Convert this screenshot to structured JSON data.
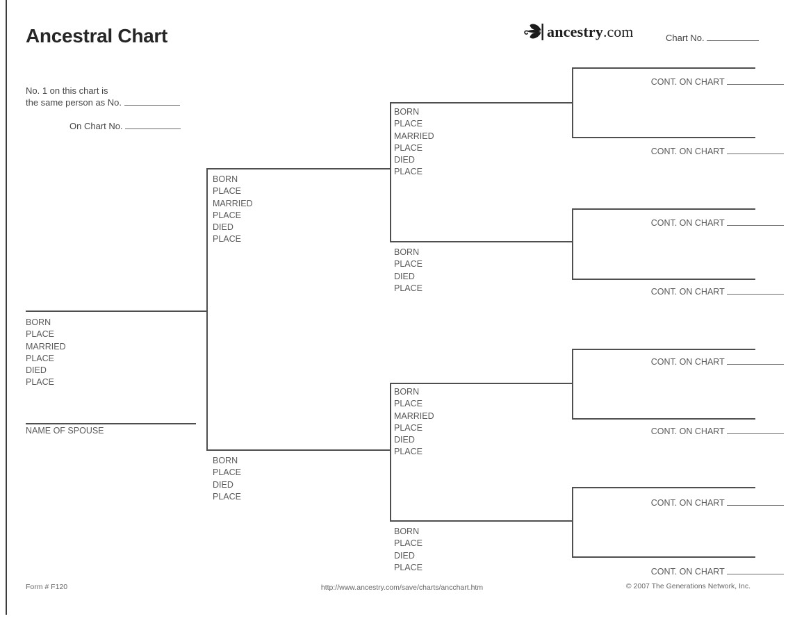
{
  "page": {
    "title": "Ancestral Chart",
    "chart_no_label": "Chart No.",
    "reference_note": {
      "line1": "No. 1 on this chart is",
      "line2": "the same person as No.",
      "line3": "On Chart No."
    }
  },
  "logo": {
    "icon": "ancestry-leaf-icon",
    "brand": "ancestry",
    "tld": ".com"
  },
  "tree": {
    "nodes": {
      "person1": {
        "fields": [
          "BORN",
          "PLACE",
          "MARRIED",
          "PLACE",
          "DIED",
          "PLACE"
        ]
      },
      "father": {
        "fields": [
          "BORN",
          "PLACE",
          "MARRIED",
          "PLACE",
          "DIED",
          "PLACE"
        ]
      },
      "mother": {
        "fields": [
          "BORN",
          "PLACE",
          "DIED",
          "PLACE"
        ]
      },
      "paternal_grandfather": {
        "fields": [
          "BORN",
          "PLACE",
          "MARRIED",
          "PLACE",
          "DIED",
          "PLACE"
        ]
      },
      "paternal_grandmother": {
        "fields": [
          "BORN",
          "PLACE",
          "DIED",
          "PLACE"
        ]
      },
      "maternal_grandfather": {
        "fields": [
          "BORN",
          "PLACE",
          "MARRIED",
          "PLACE",
          "DIED",
          "PLACE"
        ]
      },
      "maternal_grandmother": {
        "fields": [
          "BORN",
          "PLACE",
          "DIED",
          "PLACE"
        ]
      }
    },
    "spouse_label": "NAME OF SPOUSE",
    "cont_label": "CONT. ON CHART",
    "cont_slot_count": 8
  },
  "footer": {
    "form_no": "Form # F120",
    "url": "http://www.ancestry.com/save/charts/ancchart.htm",
    "copyright": "© 2007 The Generations Network, Inc."
  },
  "colors": {
    "connector_line": "#4f4f4f",
    "field_label": "#595959",
    "title": "#262626",
    "logo": "#1c1c1c"
  }
}
